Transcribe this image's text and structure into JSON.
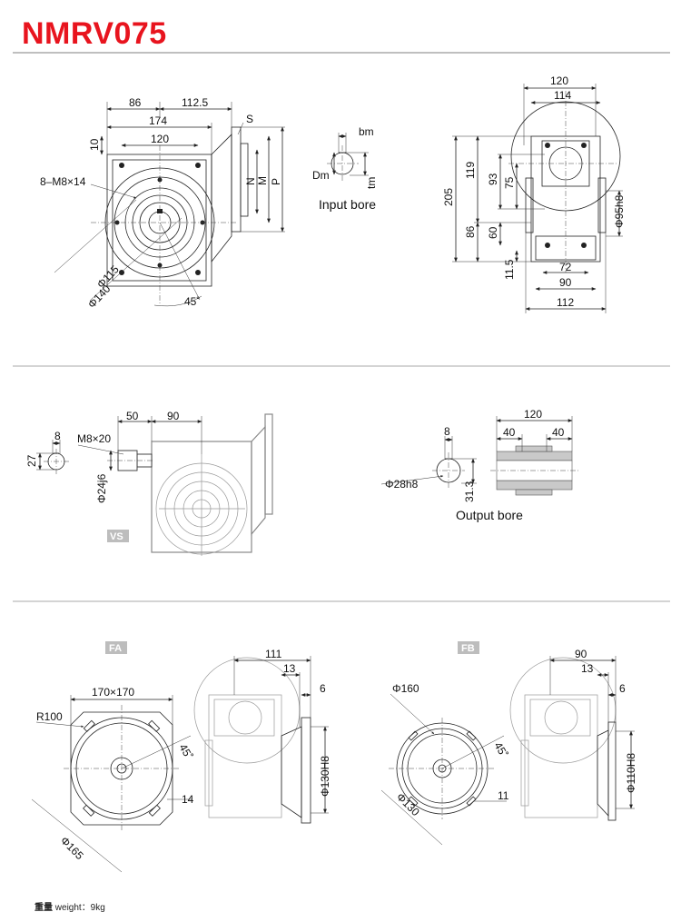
{
  "title": "NMRV075",
  "weight": {
    "cn": "重量",
    "label": "weight：9kg"
  },
  "top": {
    "front": {
      "d86": "86",
      "d112_5": "112.5",
      "d174": "174",
      "d120": "120",
      "d10": "10",
      "s": "S",
      "n": "N",
      "m": "M",
      "p": "P",
      "bolt": "8–M8×14",
      "phi115": "Φ115",
      "phi140": "Φ140",
      "a45": "45˚"
    },
    "input": {
      "bm": "bm",
      "dm": "Dm",
      "tm": "tm",
      "caption": "Input bore"
    },
    "side": {
      "d120": "120",
      "d114": "114",
      "d205": "205",
      "d119": "119",
      "d93": "93",
      "d75": "75",
      "d86": "86",
      "d60": "60",
      "d11_5": "11.5",
      "d72": "72",
      "d90": "90",
      "d112": "112",
      "phi95": "Φ95h8"
    }
  },
  "middle": {
    "shaft": {
      "d8": "8",
      "d27": "27"
    },
    "vs": {
      "tag": "VS",
      "thread": "M8×20",
      "d50": "50",
      "d90": "90",
      "phi24": "Φ24j6"
    },
    "output": {
      "d8": "8",
      "phi28": "Φ28h8",
      "d31_3": "31.3",
      "d120": "120",
      "d40a": "40",
      "d40b": "40",
      "caption": "Output bore"
    }
  },
  "bottom": {
    "fa": {
      "tag": "FA",
      "size": "170×170",
      "r100": "R100",
      "a45": "45˚",
      "d14": "14",
      "phi165": "Φ165",
      "d111": "111",
      "d13": "13",
      "d6": "6",
      "phi130": "Φ130H8"
    },
    "fb": {
      "tag": "FB",
      "phi160": "Φ160",
      "a45": "45˚",
      "d11": "11",
      "phi130": "Φ130",
      "d90": "90",
      "d13": "13",
      "d6": "6",
      "phi110": "Φ110H8"
    }
  }
}
